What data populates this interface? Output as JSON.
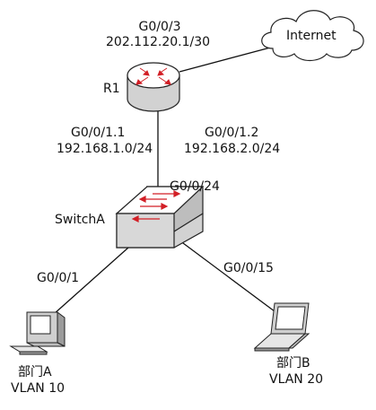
{
  "colors": {
    "link": "#111111",
    "device_top": "#ffffff",
    "device_side": "#d2d2d2",
    "device_stroke": "#222222",
    "arrow": "#d21f26",
    "cloud_fill": "#ffffff"
  },
  "internet": {
    "label": "Internet",
    "icon": "cloud-icon"
  },
  "router": {
    "name": "R1",
    "icon": "router-icon",
    "uplink_port": "G0/0/3",
    "uplink_ip": "202.112.20.1/30",
    "sub1_port": "G0/0/1.1",
    "sub1_net": "192.168.1.0/24",
    "sub2_port": "G0/0/1.2",
    "sub2_net": "192.168.2.0/24"
  },
  "switch": {
    "name": "SwitchA",
    "icon": "switch-icon",
    "uplink_port": "G0/0/24",
    "port_a": "G0/0/1",
    "port_b": "G0/0/15"
  },
  "dept_a": {
    "name": "部门A",
    "vlan": "VLAN 10",
    "icon": "desktop-pc-icon"
  },
  "dept_b": {
    "name": "部门B",
    "vlan": "VLAN 20",
    "icon": "laptop-icon"
  }
}
